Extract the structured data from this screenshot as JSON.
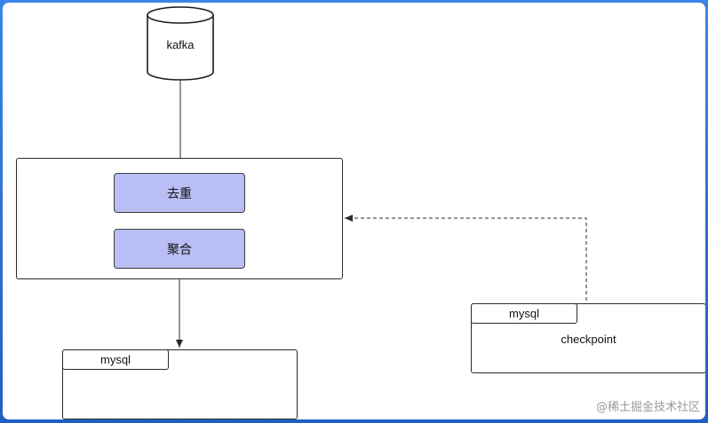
{
  "kafka": {
    "label": "kafka"
  },
  "processor": {
    "steps": [
      {
        "label": "去重"
      },
      {
        "label": "聚合"
      }
    ]
  },
  "sink_db": {
    "tab_label": "mysql"
  },
  "checkpoint_db": {
    "tab_label": "mysql",
    "content": "checkpoint"
  },
  "watermark": "@稀土掘金技术社区",
  "colors": {
    "process_fill": "#b9bef4",
    "frame_blue": "#2e6fd1",
    "line": "#2b2b2b"
  }
}
